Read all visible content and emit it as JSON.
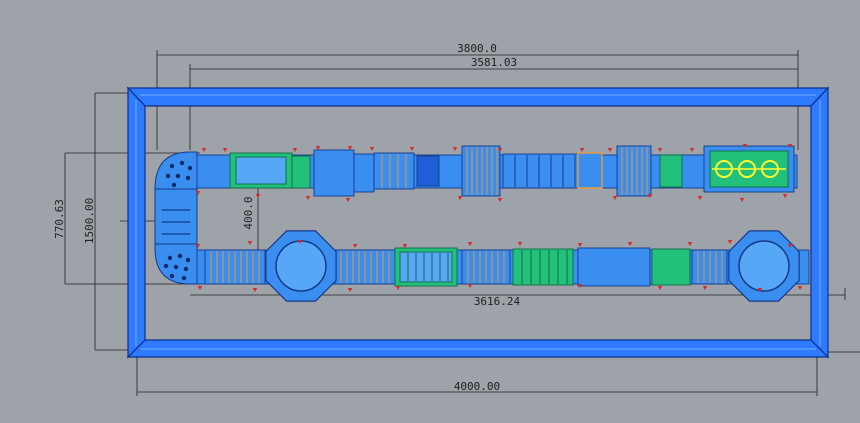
{
  "drawing": {
    "background": "#9ea3a9",
    "colors": {
      "frame": "#2f7bff",
      "frame_light": "#5ea0ff",
      "frame_edge": "#0b2f8a",
      "track": "#3a8ef0",
      "track_light": "#56a7f5",
      "outline": "#163a8a",
      "green": "#22c07a",
      "green_dark": "#0d6b42",
      "orange": "#e39a3a",
      "yellow": "#ffff30",
      "red": "#d42a2a",
      "dim_line": "#202020"
    },
    "dimensions": {
      "overall_width": "4000.00",
      "top_outer": "3800.0",
      "top_inner": "3581.03",
      "inner_lower": "3616.24",
      "overall_height": "1500.00",
      "inner_height": "770.63",
      "gap": "400.0"
    }
  }
}
